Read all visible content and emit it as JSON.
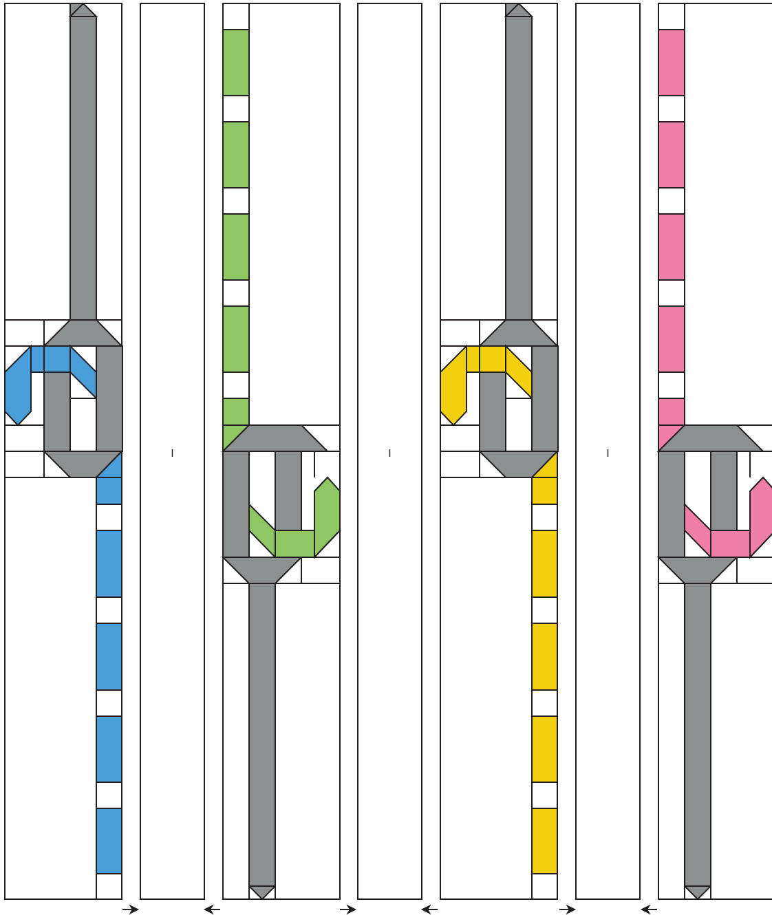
{
  "colors": {
    "outline": "#231f20",
    "background": "#ffffff",
    "gray": "#8c9091",
    "blue": "#4a9ed9",
    "green": "#8fc763",
    "yellow": "#f2d00e",
    "pink": "#f07fa8"
  },
  "sashing_label": "I",
  "strips": [
    {
      "kind": "pieced-down",
      "accent": "blue",
      "arrow": "right"
    },
    {
      "kind": "sashing",
      "arrow": "left"
    },
    {
      "kind": "pieced-up",
      "accent": "green",
      "arrow": "right"
    },
    {
      "kind": "sashing",
      "arrow": "left"
    },
    {
      "kind": "pieced-down",
      "accent": "yellow",
      "arrow": "right"
    },
    {
      "kind": "sashing",
      "arrow": "left"
    },
    {
      "kind": "pieced-up",
      "accent": "pink"
    }
  ],
  "legend": {
    "gray": "gray-fabric-icon",
    "arrows": "pressing-direction-arrow-icon"
  }
}
